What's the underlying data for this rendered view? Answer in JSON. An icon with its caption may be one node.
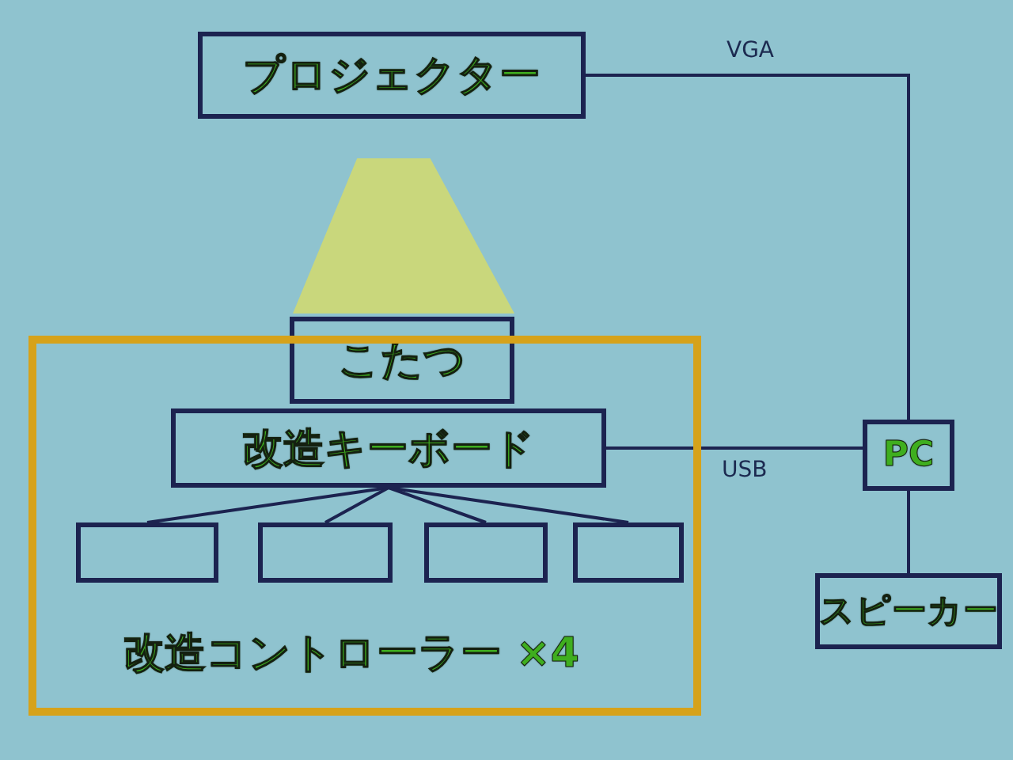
{
  "diagram": {
    "nodes": [
      {
        "text": [
          "プロジェクター"
        ]
      },
      {
        "text": [
          "こたつ"
        ]
      },
      {
        "text": [],
        "shape": "box"
      },
      {
        "text": [
          "改造キーボード"
        ],
        "in": 2
      },
      {
        "text": [],
        "shape": "box",
        "in": 2
      },
      {
        "text": [],
        "shape": "box",
        "in": 2
      },
      {
        "text": [],
        "shape": "box",
        "in": 2
      },
      {
        "text": [],
        "shape": "box",
        "in": 2
      },
      {
        "text": [
          "PC"
        ]
      },
      {
        "text": [
          "スピーカー"
        ]
      },
      {
        "text": [],
        "shape": "trapezoid"
      }
    ],
    "edges": [
      {
        "from": 0,
        "to": 8,
        "arrow": "none",
        "label": "VGA"
      },
      {
        "from": 3,
        "to": 8,
        "arrow": "none",
        "label": "USB"
      },
      {
        "from": 3,
        "to": 4,
        "arrow": "none"
      },
      {
        "from": 3,
        "to": 5,
        "arrow": "none"
      },
      {
        "from": 3,
        "to": 6,
        "arrow": "none"
      },
      {
        "from": 3,
        "to": 7,
        "arrow": "none"
      },
      {
        "from": 8,
        "to": 9,
        "arrow": "none"
      }
    ],
    "labels": [
      "改造コントローラー ×4"
    ]
  }
}
